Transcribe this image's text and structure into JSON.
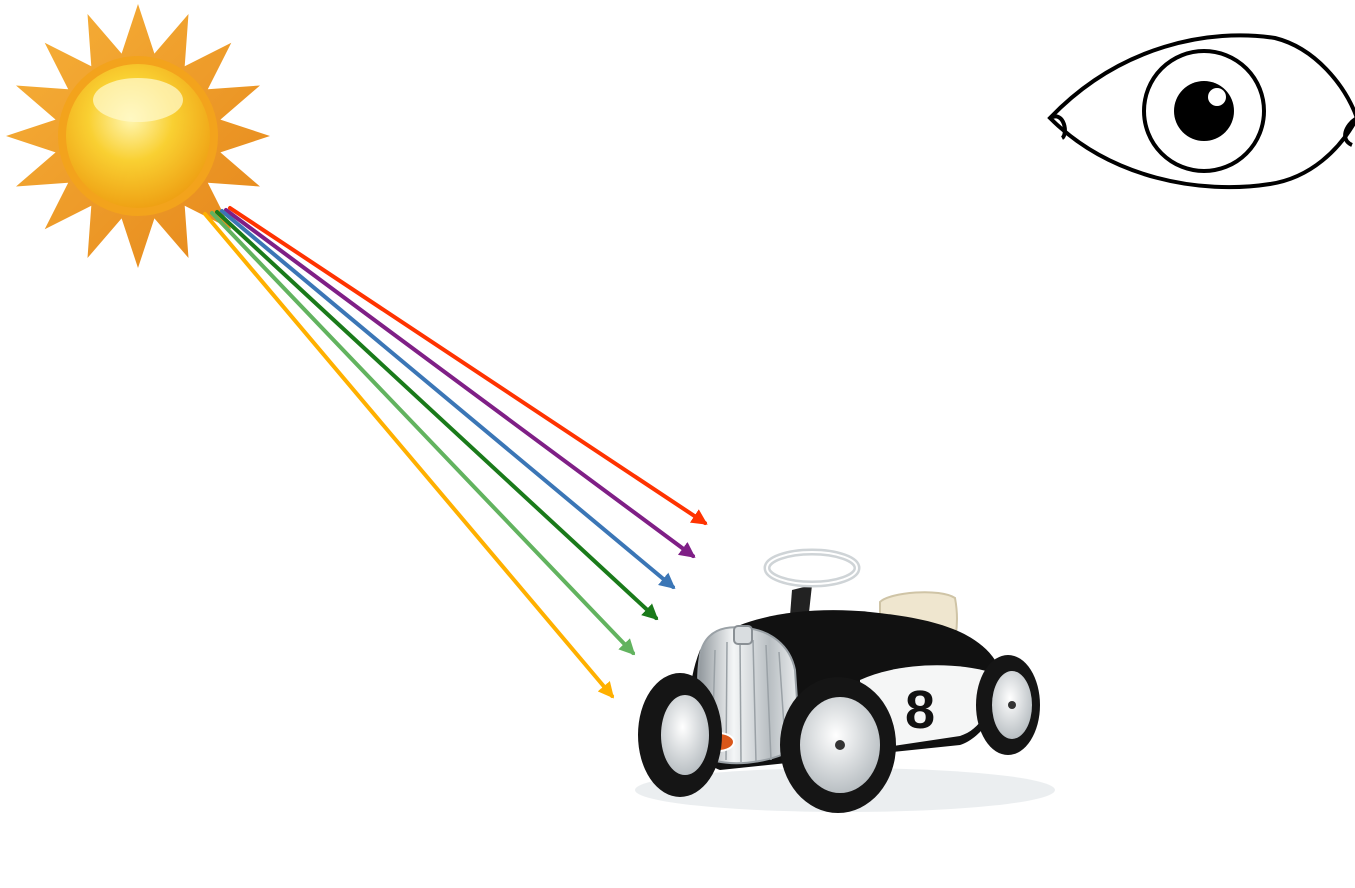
{
  "diagram": {
    "background": "#ffffff",
    "nodes": [
      {
        "id": "sun",
        "icon": "sun-icon",
        "colors": {
          "rays": "#f0961e",
          "core": "#f7c21a",
          "highlight": "#fff4a8"
        }
      },
      {
        "id": "eye",
        "icon": "eye-icon",
        "colors": {
          "outline": "#000000",
          "pupil": "#000000"
        }
      },
      {
        "id": "toy-car",
        "icon": "ride-on-car-icon",
        "number_label": "8",
        "colors": {
          "body": "#111111",
          "chrome": "#d9dde0",
          "seat": "#efe6cf",
          "badge": "#d9571a"
        }
      }
    ],
    "light_rays": [
      {
        "name": "red",
        "color": "#ff3300"
      },
      {
        "name": "purple",
        "color": "#7f1f86"
      },
      {
        "name": "blue",
        "color": "#3b76b6"
      },
      {
        "name": "dark-green",
        "color": "#1a7a1a"
      },
      {
        "name": "light-green",
        "color": "#62b35f"
      },
      {
        "name": "orange-yellow",
        "color": "#ffb000"
      }
    ]
  }
}
